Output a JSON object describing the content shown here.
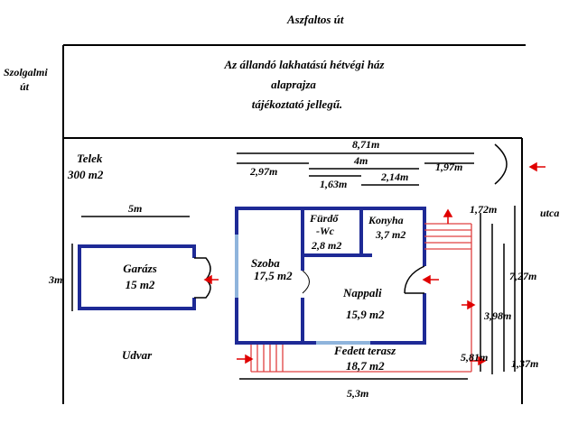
{
  "labels": {
    "road_top": "Aszfaltos út",
    "road_left_1": "Szolgalmi",
    "road_left_2": "út",
    "road_right": "utca",
    "title_1": "Az állandó lakhatású hétvégi ház",
    "title_2": "alaprajza",
    "title_3": "tájékoztató jellegű.",
    "plot_1": "Telek",
    "plot_2": "300 m2",
    "garage_1": "Garázs",
    "garage_2": "15 m2",
    "yard": "Udvar",
    "room_szoba_1": "Szoba",
    "room_szoba_2": "17,5 m2",
    "room_furdo_1": "Fürdő",
    "room_furdo_2": "-Wc",
    "room_furdo_3": "2,8 m2",
    "room_konyha_1": "Konyha",
    "room_konyha_2": "3,7 m2",
    "room_nappali_1": "Nappali",
    "room_nappali_2": "15,9 m2",
    "terrace_1": "Fedett terasz",
    "terrace_2": "18,7 m2"
  },
  "dimensions": {
    "d_871": "8,71m",
    "d_4": "4m",
    "d_297": "2,97m",
    "d_163": "1,63m",
    "d_214": "2,14m",
    "d_197": "1,97m",
    "d_5m": "5m",
    "d_3m": "3m",
    "d_172": "1,72m",
    "d_727": "7,27m",
    "d_398": "3,98m",
    "d_581": "5,81m",
    "d_137": "1,37m",
    "d_53": "5,3m"
  },
  "colors": {
    "wall": "#1e2a96",
    "line": "#000000",
    "terrace": "#e04040",
    "arrow": "#e00000",
    "window": "#8fb4dc"
  }
}
